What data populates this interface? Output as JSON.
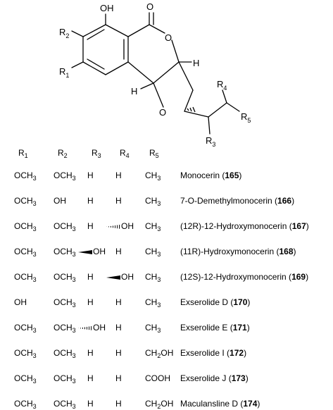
{
  "structure": {
    "labels": {
      "oh": "OH",
      "carbonyl_o": "O",
      "ring_o": "O",
      "furan_o": "O",
      "h_top": "H",
      "h_left": "H",
      "r1": "R",
      "r1_sub": "1",
      "r2": "R",
      "r2_sub": "2",
      "r3": "R",
      "r3_sub": "3",
      "r4": "R",
      "r4_sub": "4",
      "r5": "R",
      "r5_sub": "5"
    }
  },
  "table": {
    "headers": [
      {
        "base": "R",
        "sub": "1"
      },
      {
        "base": "R",
        "sub": "2"
      },
      {
        "base": "R",
        "sub": "3"
      },
      {
        "base": "R",
        "sub": "4"
      },
      {
        "base": "R",
        "sub": "5"
      }
    ],
    "rows": [
      {
        "r1": "OCH3",
        "r2": "OCH3",
        "r3": "H",
        "r4": "H",
        "r5": "CH3",
        "name_pre": "Monocerin (",
        "num": "165",
        "name_post": ")"
      },
      {
        "r1": "OCH3",
        "r2": "OH",
        "r3": "H",
        "r4": "H",
        "r5": "CH3",
        "name_pre": "7-O-Demethylmonocerin (",
        "num": "166",
        "name_post": ")"
      },
      {
        "r1": "OCH3",
        "r2": "OCH3",
        "r3": "H",
        "r4": "OH",
        "r4_bond": "hash",
        "r5": "CH3",
        "name_pre": "(12R)-12-Hydroxymonocerin (",
        "num": "167",
        "name_post": ")"
      },
      {
        "r1": "OCH3",
        "r2": "OCH3",
        "r3": "OH",
        "r3_bond": "wedge",
        "r4": "H",
        "r5": "CH3",
        "name_pre": "(11R)-Hydroxymonocerin (",
        "num": "168",
        "name_post": ")"
      },
      {
        "r1": "OCH3",
        "r2": "OCH3",
        "r3": "H",
        "r4": "OH",
        "r4_bond": "wedge",
        "r5": "CH3",
        "name_pre": "(12S)-12-Hydroxymonocerin (",
        "num": "169",
        "name_post": ")"
      },
      {
        "r1": "OH",
        "r2": "OCH3",
        "r3": "H",
        "r4": "H",
        "r5": "CH3",
        "name_pre": "Exserolide D (",
        "num": "170",
        "name_post": ")"
      },
      {
        "r1": "OCH3",
        "r2": "OCH3",
        "r3": "OH",
        "r3_bond": "hash",
        "r4": "H",
        "r5": "CH3",
        "name_pre": "Exserolide E (",
        "num": "171",
        "name_post": ")"
      },
      {
        "r1": "OCH3",
        "r2": "OCH3",
        "r3": "H",
        "r4": "H",
        "r5": "CH2OH",
        "name_pre": "Exserolide I (",
        "num": "172",
        "name_post": ")"
      },
      {
        "r1": "OCH3",
        "r2": "OCH3",
        "r3": "H",
        "r4": "H",
        "r5": "COOH",
        "name_pre": "Exserolide J (",
        "num": "173",
        "name_post": ")"
      },
      {
        "r1": "OCH3",
        "r2": "OCH3",
        "r3": "H",
        "r4": "H",
        "r5": "CH2OH",
        "name_pre": "Maculansline D (",
        "num": "174",
        "name_post": ")"
      }
    ]
  }
}
